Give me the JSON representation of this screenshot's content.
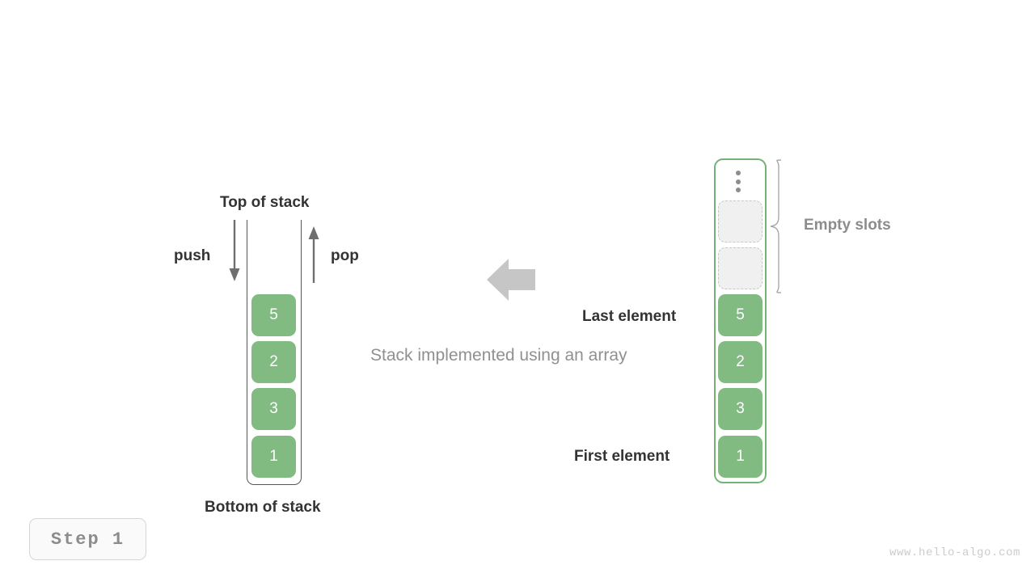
{
  "meta": {
    "title": "Stack implemented using an array",
    "watermark": "www.hello-algo.com",
    "step_label": "Step 1"
  },
  "colors": {
    "element_fill": "#82bb82",
    "element_text": "#ffffff",
    "array_border": "#76b176",
    "empty_slot_fill": "#f0f0f0",
    "empty_slot_border": "#c8c8c8",
    "stack_wall": "#555555",
    "arrow_gray": "#c0c0c0",
    "label_dark": "#333333",
    "label_gray": "#8c8c8c",
    "caption_gray": "#909090"
  },
  "left_stack": {
    "top_label": "Top of stack",
    "bottom_label": "Bottom of stack",
    "push_label": "push",
    "pop_label": "pop",
    "push_icon": "arrow-down-icon",
    "pop_icon": "arrow-up-icon",
    "elements": [
      "5",
      "2",
      "3",
      "1"
    ]
  },
  "flow": {
    "arrow_icon": "arrow-left-icon",
    "caption": "Stack implemented using an array"
  },
  "right_array": {
    "overflow_icon": "vertical-dots-icon",
    "empty_slots_label": "Empty slots",
    "empty_slot_count": 2,
    "last_element_label": "Last element",
    "first_element_label": "First element",
    "elements": [
      "5",
      "2",
      "3",
      "1"
    ]
  }
}
